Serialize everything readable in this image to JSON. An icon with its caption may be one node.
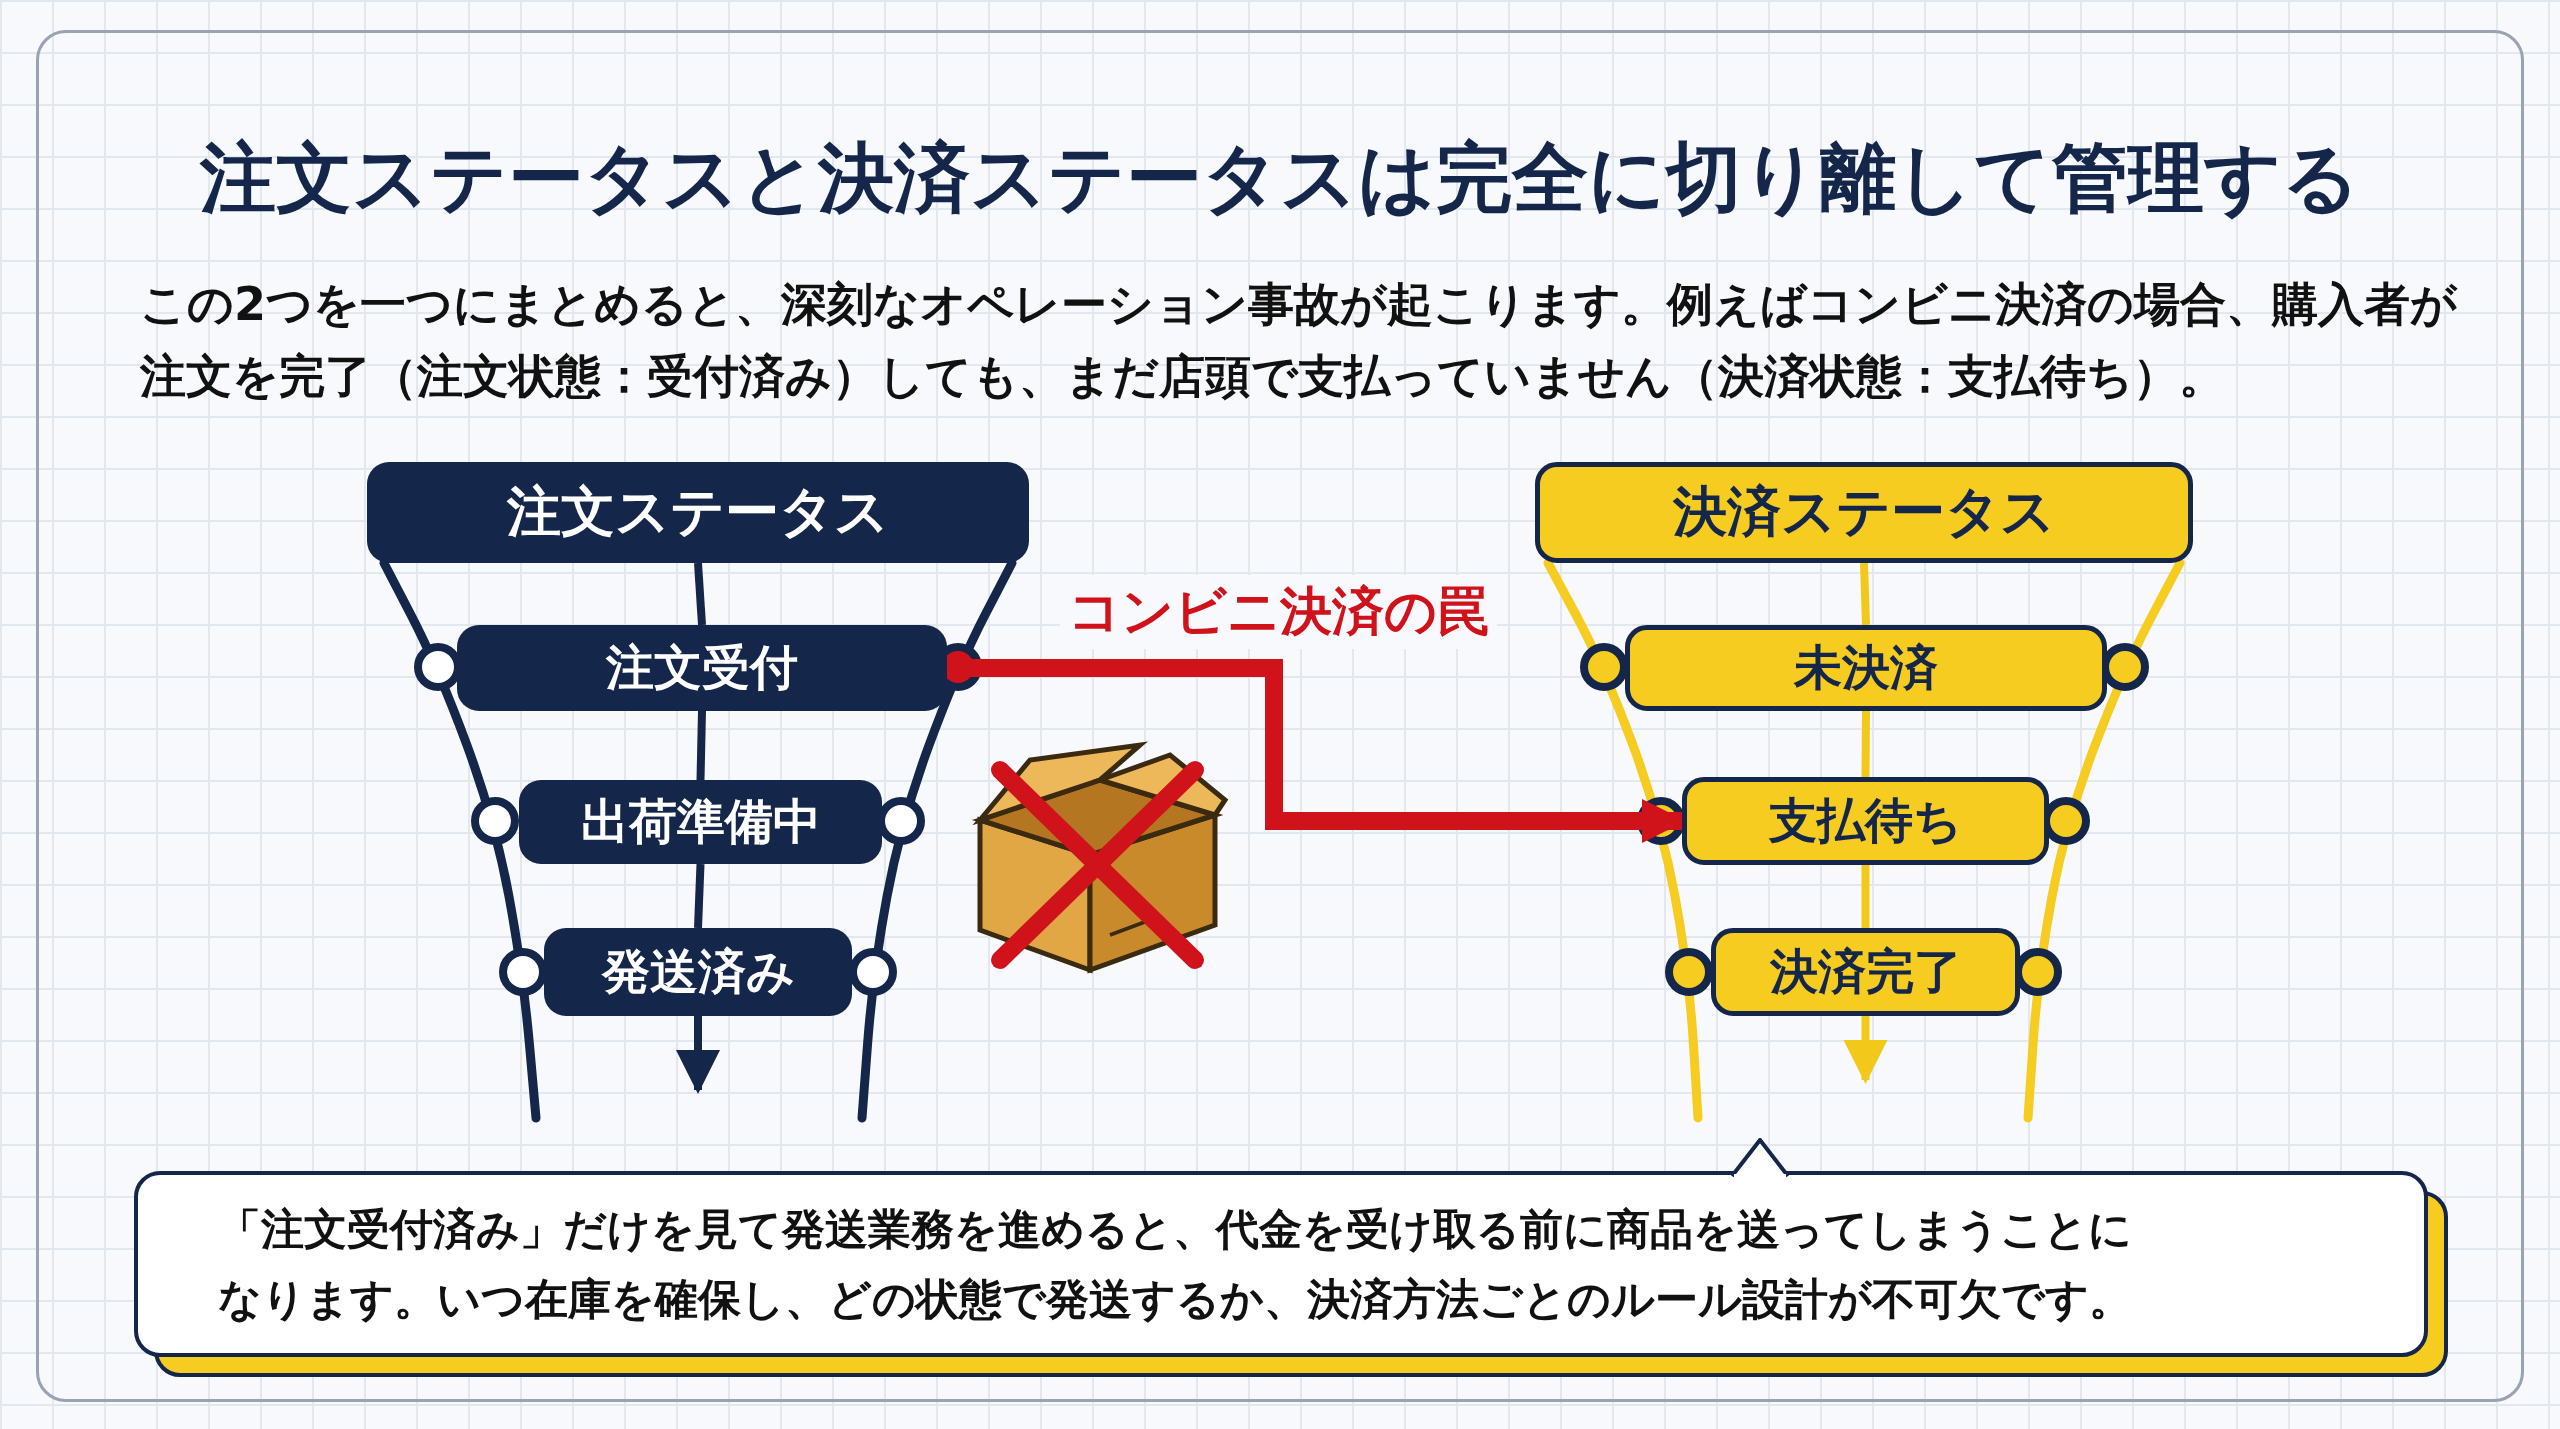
{
  "diagram": {
    "title": "注文ステータスと決済ステータスは完全に切り離して管理する",
    "nodes": [
      {
        "text": [
          "注文ステータス"
        ]
      },
      {
        "text": [
          "注文受付"
        ]
      },
      {
        "text": [
          "出荷準備中"
        ]
      },
      {
        "text": [
          "発送済み"
        ]
      },
      {
        "text": [
          "決済ステータス"
        ]
      },
      {
        "text": [
          "未決済"
        ]
      },
      {
        "text": [
          "支払待ち"
        ]
      },
      {
        "text": [
          "決済完了"
        ]
      },
      {
        "text": [
          "「注文受付済み」だけを見て発送業務を進めると、代金を受け取る前に商品を送ってしまうことになります。いつ在庫を確保し、どの状態で発送するか、決済方法ごとのルール設計が不可欠です。"
        ]
      }
    ],
    "edges": [
      {
        "from": 0,
        "to": 1,
        "arrow": "none",
        "color": "#14264a"
      },
      {
        "from": 1,
        "to": 2,
        "arrow": "none",
        "color": "#14264a"
      },
      {
        "from": 2,
        "to": 3,
        "arrow": "none",
        "color": "#14264a"
      },
      {
        "from": 3,
        "to": null,
        "arrow": "to",
        "color": "#14264a"
      },
      {
        "from": 4,
        "to": 5,
        "arrow": "none",
        "color": "#f2c81a"
      },
      {
        "from": 5,
        "to": 6,
        "arrow": "none",
        "color": "#f2c81a"
      },
      {
        "from": 6,
        "to": 7,
        "arrow": "none",
        "color": "#f2c81a"
      },
      {
        "from": 7,
        "to": null,
        "arrow": "to",
        "color": "#f2c81a"
      },
      {
        "from": 1,
        "to": 6,
        "arrow": "to",
        "label": "コンビニ決済の罠",
        "style": "thick",
        "color": "#d0121b"
      }
    ],
    "labels": [
      "この2つを一つにまとめると、深刻なオペレーション事故が起こります。例えばコンビニ決済の場合、購入者が注文を完了（注文状態：受付済み）しても、まだ店頭で支払っていません（決済状態：支払待ち）。"
    ]
  }
}
